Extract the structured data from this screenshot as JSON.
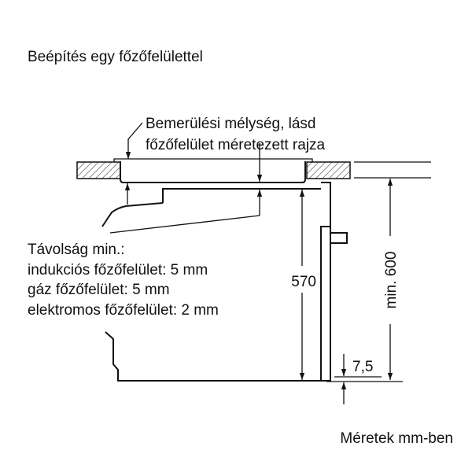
{
  "title": "Beépítés egy főzőfelülettel",
  "depth_label": [
    "Bemerülési mélység, lásd",
    "főzőfelület méretezett rajza"
  ],
  "distance_label": [
    "Távolság min.:",
    "indukciós főzőfelület: 5 mm",
    "gáz főzőfelület: 5 mm",
    "elektromos főzőfelület: 2 mm"
  ],
  "dimensions": {
    "oven_height": "570",
    "niche_height": "min. 600",
    "bottom_gap": "7,5"
  },
  "units_note": "Méretek mm-ben"
}
